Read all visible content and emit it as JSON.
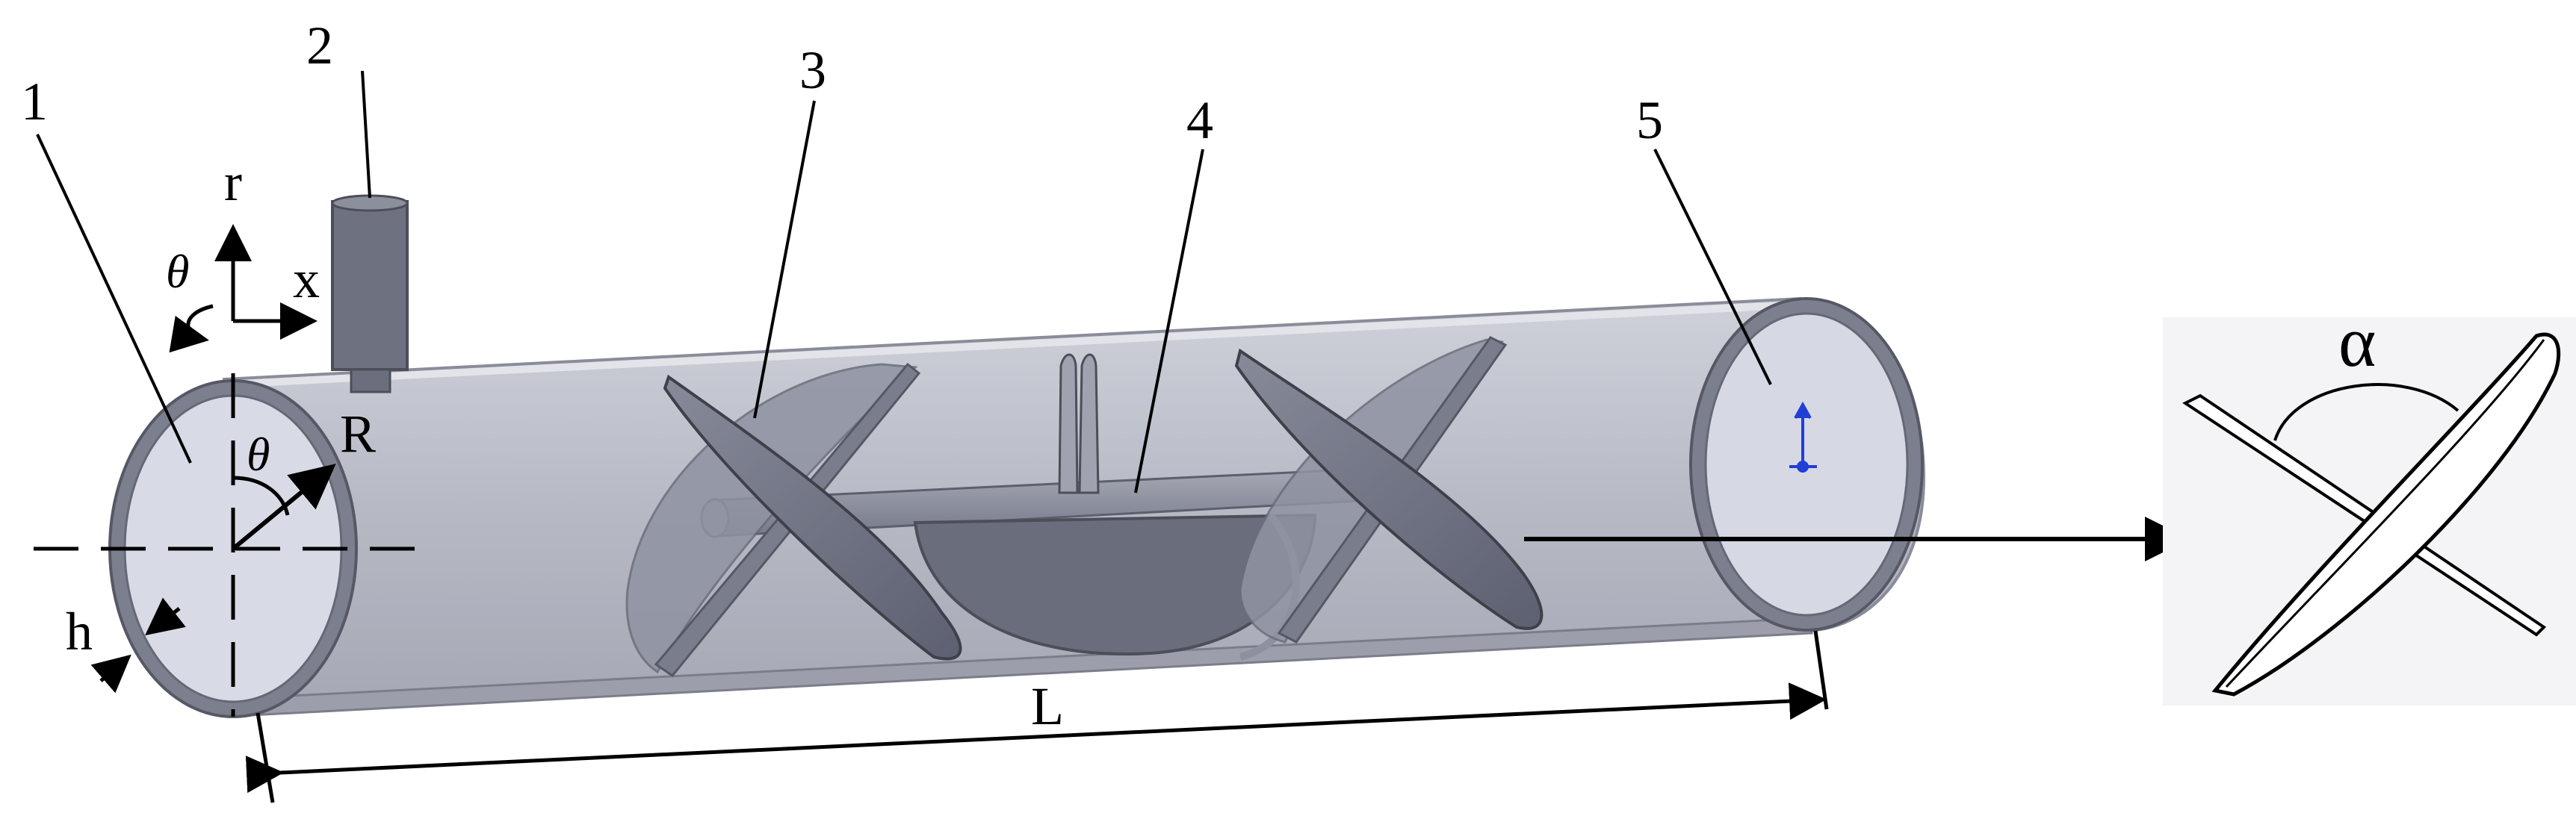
{
  "labels": {
    "part_1": "1",
    "part_2": "2",
    "part_3": "3",
    "part_4": "4",
    "part_5": "5",
    "axis_r": "r",
    "axis_x": "x",
    "theta_axis": "θ",
    "theta_inlet": "θ",
    "radius": "R",
    "thickness": "h",
    "length": "L",
    "alpha": "α"
  },
  "colors": {
    "pipe_body": "#b9bcc6",
    "pipe_rim": "#7c7f8d",
    "pipe_inner": "#d8dae6",
    "blade": "#6f7282",
    "blade_dark": "#5c5f6e",
    "shaft": "#8e92a0",
    "coordinate_marker": "#1f3fd6"
  },
  "icons": {
    "arrow": "arrowhead",
    "coordinate_marker": "blue-axis-marker"
  }
}
